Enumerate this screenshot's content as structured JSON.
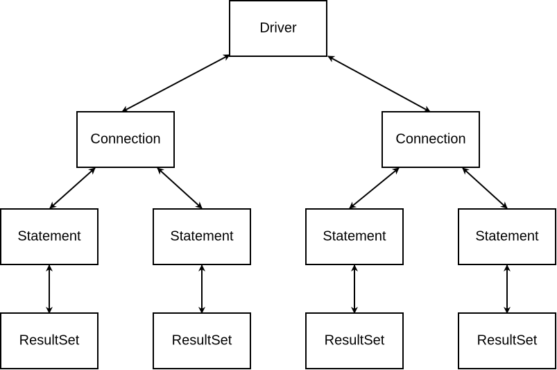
{
  "diagram": {
    "nodes": [
      {
        "id": "driver",
        "label": "Driver"
      },
      {
        "id": "conn-left",
        "label": "Connection"
      },
      {
        "id": "conn-right",
        "label": "Connection"
      },
      {
        "id": "stmt-1",
        "label": "Statement"
      },
      {
        "id": "stmt-2",
        "label": "Statement"
      },
      {
        "id": "stmt-3",
        "label": "Statement"
      },
      {
        "id": "stmt-4",
        "label": "Statement"
      },
      {
        "id": "rs-1",
        "label": "ResultSet"
      },
      {
        "id": "rs-2",
        "label": "ResultSet"
      },
      {
        "id": "rs-3",
        "label": "ResultSet"
      },
      {
        "id": "rs-4",
        "label": "ResultSet"
      }
    ],
    "edges": [
      {
        "from": "driver",
        "to": "conn-left",
        "direction": "both"
      },
      {
        "from": "driver",
        "to": "conn-right",
        "direction": "both"
      },
      {
        "from": "conn-left",
        "to": "stmt-1",
        "direction": "both"
      },
      {
        "from": "conn-left",
        "to": "stmt-2",
        "direction": "both"
      },
      {
        "from": "conn-right",
        "to": "stmt-3",
        "direction": "both"
      },
      {
        "from": "conn-right",
        "to": "stmt-4",
        "direction": "both"
      },
      {
        "from": "stmt-1",
        "to": "rs-1",
        "direction": "both"
      },
      {
        "from": "stmt-2",
        "to": "rs-2",
        "direction": "both"
      },
      {
        "from": "stmt-3",
        "to": "rs-3",
        "direction": "both"
      },
      {
        "from": "stmt-4",
        "to": "rs-4",
        "direction": "both"
      }
    ]
  }
}
